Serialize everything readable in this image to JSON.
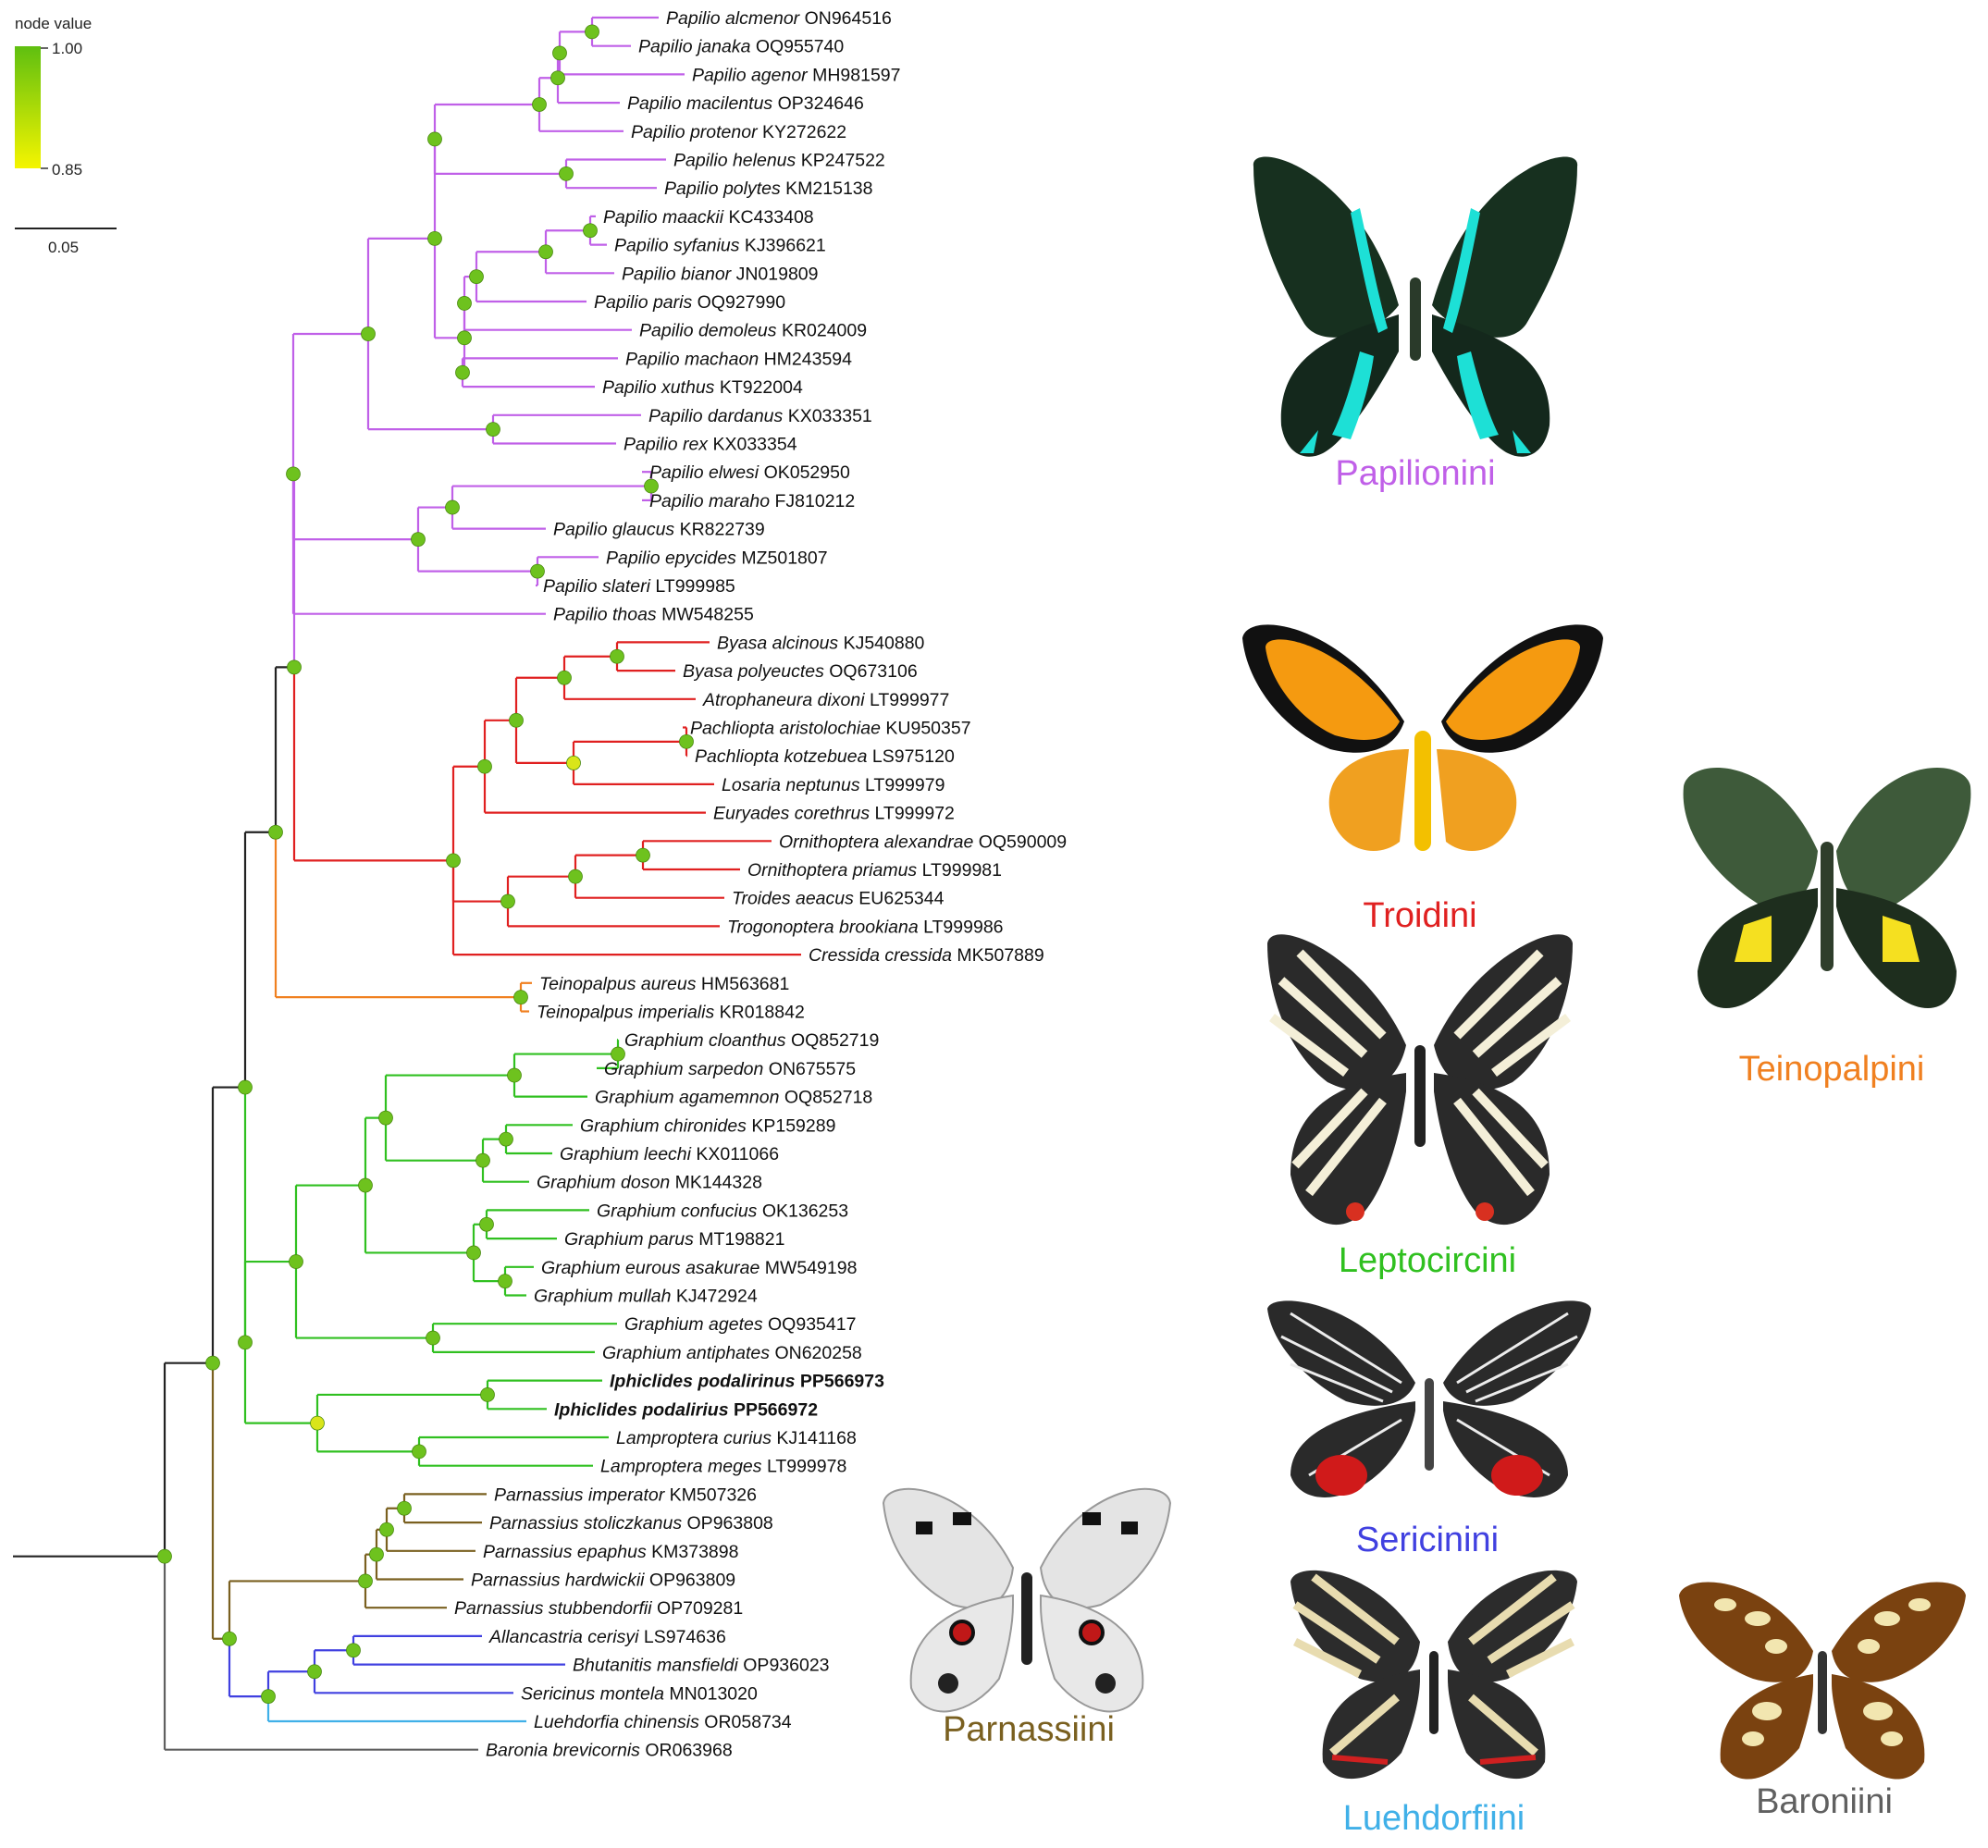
{
  "legend": {
    "title": "node value",
    "max_label": "1.00",
    "min_label": "0.85",
    "gradient_top": "#5fbf10",
    "gradient_bottom": "#f5f500",
    "scale_label": "0.05"
  },
  "colors": {
    "Papilionini": "#c060e8",
    "Troidini": "#e02020",
    "Teinopalpini": "#f08020",
    "Leptocircini": "#30c020",
    "Parnassiini": "#7a6020",
    "Sericinini": "#4040e0",
    "Luehdorfiini": "#40b0e8",
    "Baroniini": "#606060",
    "backbone": "#222222",
    "node_high": "#6ec21e",
    "node_low": "#d9e51a"
  },
  "tips": [
    {
      "species": "Papilio alcmenor",
      "accession": "ON964516",
      "tribe": "Papilionini"
    },
    {
      "species": "Papilio janaka",
      "accession": "OQ955740",
      "tribe": "Papilionini"
    },
    {
      "species": "Papilio agenor",
      "accession": "MH981597",
      "tribe": "Papilionini"
    },
    {
      "species": "Papilio macilentus",
      "accession": "OP324646",
      "tribe": "Papilionini"
    },
    {
      "species": "Papilio protenor",
      "accession": "KY272622",
      "tribe": "Papilionini"
    },
    {
      "species": "Papilio helenus",
      "accession": "KP247522",
      "tribe": "Papilionini"
    },
    {
      "species": "Papilio polytes",
      "accession": "KM215138",
      "tribe": "Papilionini"
    },
    {
      "species": "Papilio maackii",
      "accession": "KC433408",
      "tribe": "Papilionini"
    },
    {
      "species": "Papilio syfanius",
      "accession": "KJ396621",
      "tribe": "Papilionini"
    },
    {
      "species": "Papilio bianor",
      "accession": "JN019809",
      "tribe": "Papilionini"
    },
    {
      "species": "Papilio paris",
      "accession": "OQ927990",
      "tribe": "Papilionini"
    },
    {
      "species": "Papilio demoleus",
      "accession": "KR024009",
      "tribe": "Papilionini"
    },
    {
      "species": "Papilio machaon",
      "accession": "HM243594",
      "tribe": "Papilionini"
    },
    {
      "species": "Papilio xuthus",
      "accession": "KT922004",
      "tribe": "Papilionini"
    },
    {
      "species": "Papilio dardanus",
      "accession": "KX033351",
      "tribe": "Papilionini"
    },
    {
      "species": "Papilio rex",
      "accession": "KX033354",
      "tribe": "Papilionini"
    },
    {
      "species": "Papilio elwesi",
      "accession": "OK052950",
      "tribe": "Papilionini"
    },
    {
      "species": "Papilio maraho",
      "accession": "FJ810212",
      "tribe": "Papilionini"
    },
    {
      "species": "Papilio glaucus",
      "accession": "KR822739",
      "tribe": "Papilionini"
    },
    {
      "species": "Papilio epycides",
      "accession": "MZ501807",
      "tribe": "Papilionini"
    },
    {
      "species": "Papilio slateri",
      "accession": "LT999985",
      "tribe": "Papilionini"
    },
    {
      "species": "Papilio thoas",
      "accession": "MW548255",
      "tribe": "Papilionini"
    },
    {
      "species": "Byasa alcinous",
      "accession": "KJ540880",
      "tribe": "Troidini"
    },
    {
      "species": "Byasa polyeuctes",
      "accession": "OQ673106",
      "tribe": "Troidini"
    },
    {
      "species": "Atrophaneura dixoni",
      "accession": "LT999977",
      "tribe": "Troidini"
    },
    {
      "species": "Pachliopta aristolochiae",
      "accession": "KU950357",
      "tribe": "Troidini"
    },
    {
      "species": "Pachliopta kotzebuea",
      "accession": "LS975120",
      "tribe": "Troidini"
    },
    {
      "species": "Losaria neptunus",
      "accession": "LT999979",
      "tribe": "Troidini"
    },
    {
      "species": "Euryades corethrus",
      "accession": "LT999972",
      "tribe": "Troidini"
    },
    {
      "species": "Ornithoptera alexandrae",
      "accession": "OQ590009",
      "tribe": "Troidini"
    },
    {
      "species": "Ornithoptera priamus",
      "accession": "LT999981",
      "tribe": "Troidini"
    },
    {
      "species": "Troides aeacus",
      "accession": "EU625344",
      "tribe": "Troidini"
    },
    {
      "species": "Trogonoptera brookiana",
      "accession": "LT999986",
      "tribe": "Troidini"
    },
    {
      "species": "Cressida cressida",
      "accession": "MK507889",
      "tribe": "Troidini"
    },
    {
      "species": "Teinopalpus aureus",
      "accession": "HM563681",
      "tribe": "Teinopalpini"
    },
    {
      "species": "Teinopalpus imperialis",
      "accession": "KR018842",
      "tribe": "Teinopalpini"
    },
    {
      "species": "Graphium cloanthus",
      "accession": "OQ852719",
      "tribe": "Leptocircini"
    },
    {
      "species": "Graphium sarpedon",
      "accession": "ON675575",
      "tribe": "Leptocircini"
    },
    {
      "species": "Graphium agamemnon",
      "accession": "OQ852718",
      "tribe": "Leptocircini"
    },
    {
      "species": "Graphium chironides",
      "accession": "KP159289",
      "tribe": "Leptocircini"
    },
    {
      "species": "Graphium leechi",
      "accession": "KX011066",
      "tribe": "Leptocircini"
    },
    {
      "species": "Graphium doson",
      "accession": "MK144328",
      "tribe": "Leptocircini"
    },
    {
      "species": "Graphium confucius",
      "accession": "OK136253",
      "tribe": "Leptocircini"
    },
    {
      "species": "Graphium parus",
      "accession": "MT198821",
      "tribe": "Leptocircini"
    },
    {
      "species": "Graphium eurous asakurae",
      "accession": "MW549198",
      "tribe": "Leptocircini"
    },
    {
      "species": "Graphium mullah",
      "accession": "KJ472924",
      "tribe": "Leptocircini"
    },
    {
      "species": "Graphium agetes",
      "accession": "OQ935417",
      "tribe": "Leptocircini"
    },
    {
      "species": "Graphium antiphates",
      "accession": "ON620258",
      "tribe": "Leptocircini"
    },
    {
      "species": "Iphiclides podalirinus",
      "accession": "PP566973",
      "tribe": "Leptocircini",
      "bold": true
    },
    {
      "species": "Iphiclides podalirius",
      "accession": "PP566972",
      "tribe": "Leptocircini",
      "bold": true
    },
    {
      "species": "Lamproptera curius",
      "accession": "KJ141168",
      "tribe": "Leptocircini"
    },
    {
      "species": "Lamproptera meges",
      "accession": "LT999978",
      "tribe": "Leptocircini"
    },
    {
      "species": "Parnassius imperator",
      "accession": "KM507326",
      "tribe": "Parnassiini"
    },
    {
      "species": "Parnassius stoliczkanus",
      "accession": "OP963808",
      "tribe": "Parnassiini"
    },
    {
      "species": "Parnassius epaphus",
      "accession": "KM373898",
      "tribe": "Parnassiini"
    },
    {
      "species": "Parnassius hardwickii",
      "accession": "OP963809",
      "tribe": "Parnassiini"
    },
    {
      "species": "Parnassius stubbendorfii",
      "accession": "OP709281",
      "tribe": "Parnassiini"
    },
    {
      "species": "Allancastria cerisyi",
      "accession": "LS974636",
      "tribe": "Sericinini"
    },
    {
      "species": "Bhutanitis mansfieldi",
      "accession": "OP936023",
      "tribe": "Sericinini"
    },
    {
      "species": "Sericinus montela",
      "accession": "MN013020",
      "tribe": "Sericinini"
    },
    {
      "species": "Luehdorfia chinensis",
      "accession": "OR058734",
      "tribe": "Luehdorfiini"
    },
    {
      "species": "Baronia brevicornis",
      "accession": "OR063968",
      "tribe": "Baroniini"
    }
  ],
  "tribe_labels": [
    {
      "name": "Papilionini",
      "color": "#c060e8"
    },
    {
      "name": "Troidini",
      "color": "#e02020"
    },
    {
      "name": "Teinopalpini",
      "color": "#f08020"
    },
    {
      "name": "Leptocircini",
      "color": "#30c020"
    },
    {
      "name": "Sericinini",
      "color": "#4040e0"
    },
    {
      "name": "Parnassiini",
      "color": "#7a6020"
    },
    {
      "name": "Luehdorfiini",
      "color": "#40b0e8"
    },
    {
      "name": "Baroniini",
      "color": "#606060"
    }
  ]
}
